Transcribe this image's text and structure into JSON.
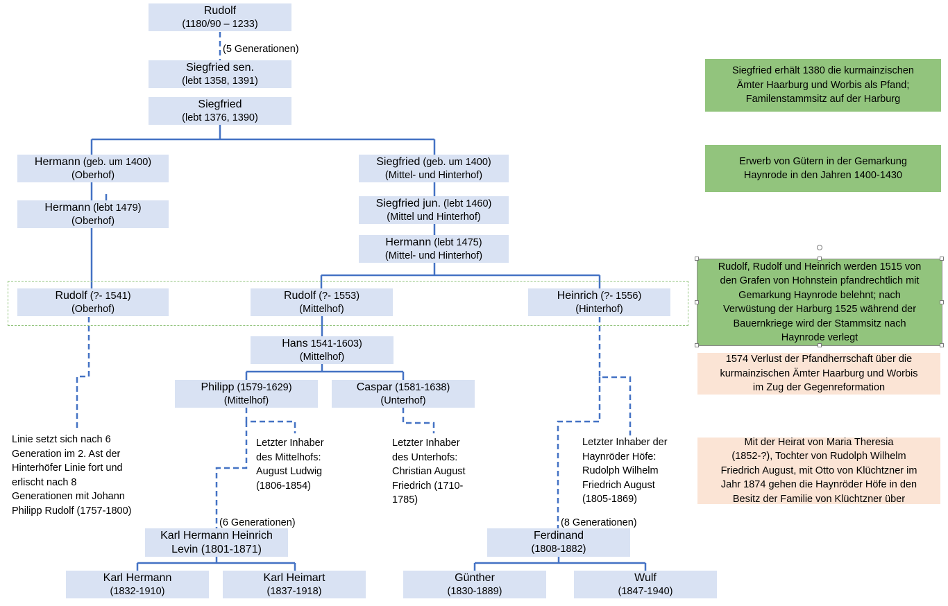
{
  "nodes": {
    "rudolf_1180": {
      "name": "Rudolf",
      "dates": "(1180/90 – 1233)"
    },
    "siegfried_sen": {
      "name": "Siegfried sen.",
      "dates": "(lebt 1358, 1391)"
    },
    "siegfried_1376": {
      "name": "Siegfried",
      "dates": "(lebt 1376, 1390)"
    },
    "hermann_1400": {
      "name": "Hermann",
      "extra": " (geb. um 1400)",
      "dates": "(Oberhof)"
    },
    "siegfried_1400": {
      "name": "Siegfried",
      "extra": " (geb. um 1400)",
      "dates": "(Mittel- und Hinterhof)"
    },
    "hermann_1479": {
      "name": "Hermann",
      "extra": " (lebt 1479)",
      "dates": "(Oberhof)"
    },
    "siegfried_jun": {
      "name": "Siegfried jun.",
      "extra": " (lebt 1460)",
      "dates": "(Mittel und Hinterhof)"
    },
    "hermann_1475": {
      "name": "Hermann",
      "extra": " (lebt 1475)",
      "dates": "(Mittel- und Hinterhof)"
    },
    "rudolf_1541": {
      "name": "Rudolf",
      "extra": " (?- 1541)",
      "dates": "(Oberhof)"
    },
    "rudolf_1553": {
      "name": "Rudolf",
      "extra": " (?- 1553)",
      "dates": "(Mittelhof)"
    },
    "heinrich_1556": {
      "name": "Heinrich",
      "extra": " (?- 1556)",
      "dates": "(Hinterhof)"
    },
    "hans": {
      "name": "Hans",
      "extra": " 1541-1603)",
      "dates": "(Mittelhof)"
    },
    "philipp": {
      "name": "Philipp",
      "extra": " (1579-1629)",
      "dates": "(Mittelhof)"
    },
    "caspar": {
      "name": "Caspar",
      "extra": " (1581-1638)",
      "dates": "(Unterhof)"
    },
    "karl_hermann_heinrich": {
      "name": "Karl Hermann Heinrich",
      "dates": "Levin  (1801-1871)"
    },
    "ferdinand": {
      "name": "Ferdinand",
      "dates": "(1808-1882)"
    },
    "karl_hermann": {
      "name": "Karl Hermann",
      "dates": "(1832-1910)"
    },
    "karl_heimart": {
      "name": "Karl Heimart",
      "dates": "(1837-1918)"
    },
    "guenther": {
      "name": "Günther",
      "dates": "(1830-1889)"
    },
    "wulf": {
      "name": "Wulf",
      "dates": "(1847-1940)"
    }
  },
  "labels": {
    "gen5": "(5 Generationen)",
    "gen6": "(6 Generationen)",
    "gen8": "(8 Generationen)"
  },
  "notes": {
    "oberhof_line": [
      "Linie setzt sich nach 6",
      "Generation im 2. Ast der",
      "Hinterhöfer Linie fort und",
      "erlischt nach 8",
      "Generationen mit Johann",
      "Philipp Rudolf (1757-1800)"
    ],
    "mittelhof_last": [
      "Letzter Inhaber",
      "des Mittelhofs:",
      "August Ludwig",
      "(1806-1854)"
    ],
    "unterhof_last": [
      "Letzter Inhaber",
      "des Unterhofs:",
      "Christian August",
      "Friedrich (1710-",
      "1785)"
    ],
    "haynroeder_last": [
      "Letzter Inhaber der",
      "Haynröder Höfe:",
      "Rudolph Wilhelm",
      "Friedrich August",
      "(1805-1869)"
    ]
  },
  "boxes": {
    "green1": [
      "Siegfried erhält 1380 die kurmainzischen",
      "Ämter Haarburg und Worbis als Pfand;",
      "Familenstammsitz auf der Harburg"
    ],
    "green2": [
      "Erwerb von Gütern in der Gemarkung",
      "Haynrode in den Jahren 1400-1430"
    ],
    "green3": [
      "Rudolf, Rudolf und Heinrich werden 1515 von",
      "den Grafen von Hohnstein pfandrechtlich mit",
      "Gemarkung Haynrode belehnt; nach",
      "Verwüstung der Harburg 1525 während der",
      "Bauernkriege wird der Stammsitz nach",
      "Haynrode verlegt"
    ],
    "peach1": [
      "1574 Verlust der Pfandherrschaft über die",
      "kurmainzischen Ämter Haarburg und Worbis",
      "im Zug der Gegenreformation"
    ],
    "peach2": [
      "Mit der Heirat von Maria Theresia",
      "(1852-?), Tochter von Rudolph Wilhelm",
      "Friedrich August, mit Otto von Klüchtzner im",
      "Jahr 1874 gehen die Haynröder Höfe in den",
      "Besitz der Familie von  Klüchtzner über"
    ]
  },
  "colors": {
    "node_fill": "#d9e2f3",
    "line": "#4472c4",
    "green": "#92c47d",
    "peach": "#fbe4d5"
  }
}
